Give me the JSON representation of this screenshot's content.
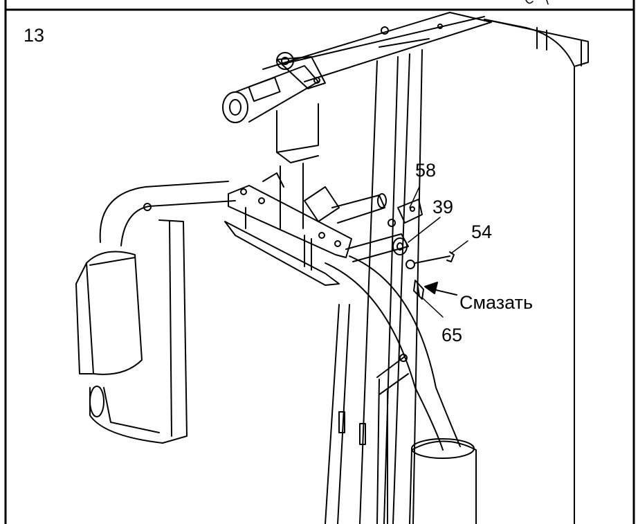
{
  "step_number": "13",
  "callouts": {
    "part_58": "58",
    "part_39": "39",
    "part_54": "54",
    "part_65": "65",
    "lubricate": "Смазать"
  }
}
